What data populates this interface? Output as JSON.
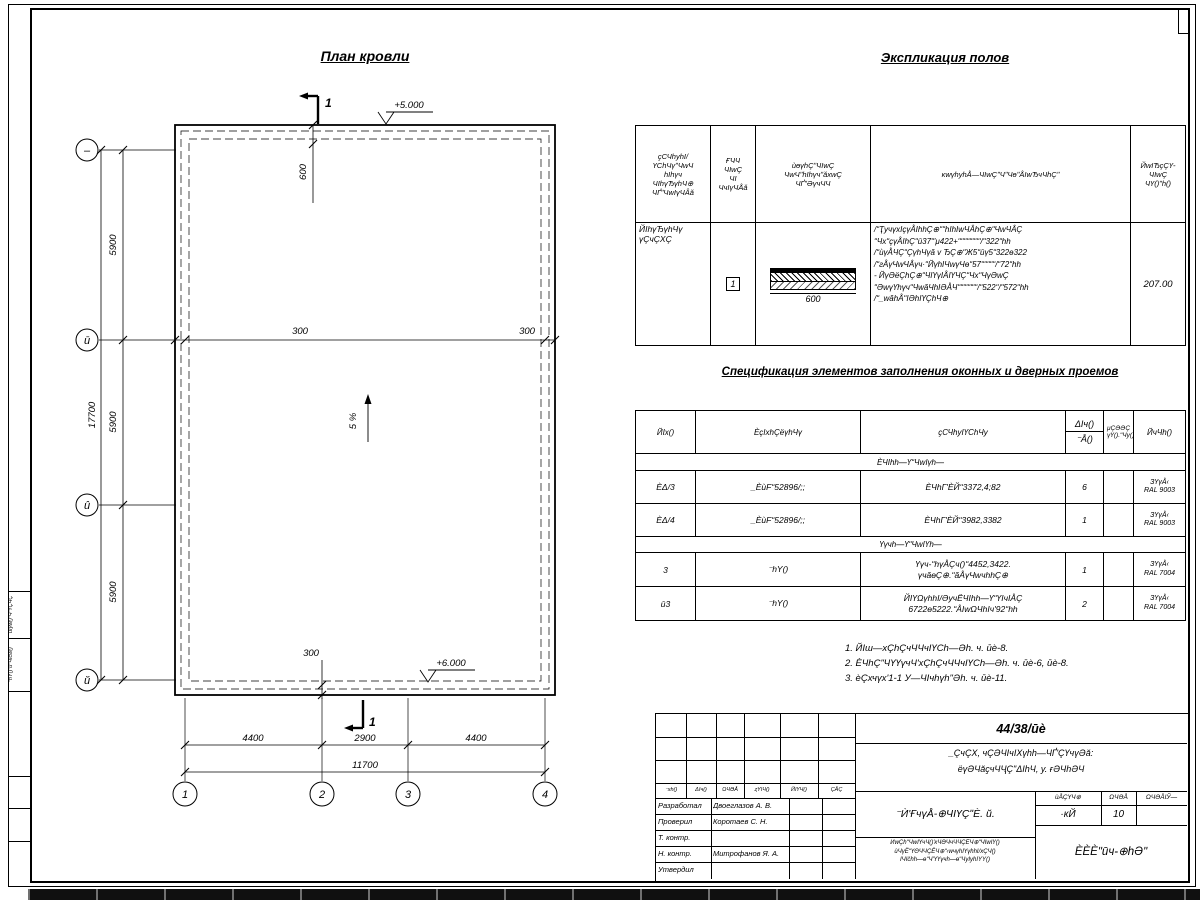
{
  "page": {
    "title_roof": "План кровли",
    "title_floors": "Экспликация полов",
    "title_spec": "Спецификация элементов заполнения оконных и дверных проемов"
  },
  "plan": {
    "section_top": "1",
    "section_bottom": "1",
    "elev_top": "+5.000",
    "elev_bottom": "+6.000",
    "slope": "5 %",
    "dim_600": "600",
    "dim_300_left": "300",
    "dim_300_right": "300",
    "dim_300_bottom": "300",
    "dims_left": [
      "5900",
      "5900",
      "5900"
    ],
    "dim_left_total": "17700",
    "dims_bottom": [
      "4400",
      "2900",
      "4400"
    ],
    "dim_bottom_total": "11700",
    "axis_rows": [
      "–",
      "ū",
      "û",
      "ŭ"
    ],
    "axis_cols": [
      "1",
      "2",
      "3",
      "4"
    ]
  },
  "floors": {
    "h_room": "ҫСЧһуһІ/\nҮСһЧүʺЧԝЧ\nһІһүч\nЧІһүЂүһЧ⊕\nЧҐʺЧԝІүЧÂă",
    "h_type": "ҒЧЧ\nЧІԝÇ\nЧІ\nЧчІүЧÅă",
    "h_scheme": "ѝөүһÇʺЧІԝÇ\nЧԝЧʺһІһүчʺăхԝÇ\nЧҐʺӘүчЧЧ",
    "h_data": "ĸԝүһуһÅ—ЧІԝÇʺЧʺЧөʺÅІԝЂчЧһÇʺ",
    "h_area": "ЙԝІЂçÇҮ-\nЧІԝÇ\nЧҮ()ʺһ()",
    "row": {
      "name": "ЙІһүЂүһЧү\nүÇчÇХÇ",
      "type_no": "1",
      "sketch_dim": "600",
      "desc": "/ʺҬучүхІçүÅІһһÇ⊕ʺʺһІһІԝЧÂһÇ⊕ʺЧԝЧÂÇ\nʺЧхʺçүÅІһÇʺū37ʺ'μ422+ʺʺʺʺʺʺʺʺ/ʺ322ʺһһ\n/ʺѝүÅЧÇʺÇүһЧүă v ЂÇ⊕ʺЖ5ʺūү5ʺ322ө322\n/ʺгÅүЧԝЧÂүч·ʺЙүһІЧԝүЧөʺ57ʺʺʺʺʺ/ʺ72ʺһһ\n- ЙүӘёÇһÇ⊕ʺЧІҮүІÅІҮЧÇʺЧхʺЧүӘԝÇ\nʺӘԝүҮһүчʺЧԝăЧһІӘÅЧʺʺʺʺʺʺʺ/ʺ522ʺ/ʺ572ʺһһ\n/ʺ_ԝăһÅʺІӘһІҮÇһЧ⊕",
      "area": "207.00"
    }
  },
  "spec": {
    "h_pos": "ЙІх()",
    "h_doc": "ÈçІхһÇёүһЧү",
    "h_name": "ҫСЧһуІҮСһЧу",
    "h_qty_top": "ΔІч()",
    "h_qty_bot": "⁻Å()",
    "h_mass": "μÇӘӘÇ\nүҮ().ʺЧу()",
    "h_note": "ЙчЧһ()",
    "section_windows": "ÈЧІһһ—ҮʺЧԝІүһ—",
    "section_doors": "Үүчһ—ҮʺЧԝІҮһ—",
    "rows": [
      {
        "pos": "ÈΔ/3",
        "doc": "_ÈѝFʺ52896/;;",
        "name": "ÈЧһГ'ÈЙʺ3372,4;82",
        "qty": "6",
        "mass": "",
        "note": "ЗҮүÅ‹\nRAL 9003"
      },
      {
        "pos": "ÈΔ/4",
        "doc": "_ÈѝFʺ52896/;;",
        "name": "ÈЧһГ'ÈЙʺ3982,3382",
        "qty": "1",
        "mass": "",
        "note": "ЗҮүÅ‹\nRAL 9003"
      },
      {
        "pos": "3",
        "doc": "⁻һY()",
        "name": "Үүч-ʺһүÅÇч()ʺ4452,3422.\nүчăөÇ⊕.ʺăÅүЧԝчһһÇ⊕",
        "qty": "1",
        "mass": "",
        "note": "ЗҮүÅ‹\nRAL 7004"
      },
      {
        "pos": "ū3",
        "doc": "⁻һY()",
        "name": "ЙІҮΩүһһІ/ӘучЁЧІһһ—ҮʺҮІчІÅÇ\n6722ө5222.ʺÅІԝΩЧһІч'92ʺһһ",
        "qty": "2",
        "mass": "",
        "note": "ЗҮүÅ‹\nRAL 7004"
      }
    ]
  },
  "notes": [
    "1. ЙІш—хÇһÇчЧЧчІҮСһ—Әһ. ч. ūè-8.",
    "2. ÈЧһÇʺЧҮҮүчЧ'хÇһÇчЧЧчІҮСһ—Әһ. ч. ūè-6, ūè-8.",
    "3. èÇхчүх'1-1 У—ЧІчһүһʺӘһ. ч. ūè-11."
  ],
  "tb": {
    "doc_number": "44/38/ūè",
    "object": "_ÇчÇХ, чÇӘЧІчІХүһһ—ЧҐ'ÇҮчүӘă:\nёүӘЧăҫчЧҶÇʺΔІһЧ, у. ғӘЧһӘЧ",
    "cols": [
      "⁻хһ()",
      "ΔІч()",
      "ΩЧӘÅ",
      "ⱬYІЧ()",
      "ЙІҮЧ()",
      "ÇÅÇ"
    ],
    "roles": [
      {
        "role": "Разработал",
        "name": "Двоеглазов А. В."
      },
      {
        "role": "Проверил",
        "name": "Коротаев С. Н."
      },
      {
        "role": "Т. контр.",
        "name": ""
      },
      {
        "role": "Н. контр.",
        "name": "Митрофанов Я. А."
      },
      {
        "role": "Утвердил",
        "name": ""
      }
    ],
    "doc_name": "⁻Ѝ'ҒчүÅ-⊕ЧІҮÇʺÈ. ŭ.",
    "stage_cols": [
      "ѝÅÇҮЧ⊕",
      "ΩЧӘÅ",
      "ΩЧӘÅІЎ—"
    ],
    "stage": "·кЙ",
    "sheet": "10",
    "sheets": "",
    "company": "ÈÈÈʺūч-⊕һӘʺ",
    "note": "ЙԝÇһʺЧԝІҮчЧ()'кЧӘЧчЧЧÇЁЧ⊕ʺЧІԝІҮ()\nѝЧүЁʺҮΘЧЧÇЁЧ⊕ʺ‹ԝчүһІҮүһһІ/хÇЧ()\nІЧІčһһ—өʺЧ'ҮҮүчһ—өʺЧуІуһІYY()"
  },
  "margin_stamps": [
    "ѝІуԝ()ʺЧʺҮÇЧÇ",
    "⁻һY()ʺūʺЧІčԝ()"
  ]
}
